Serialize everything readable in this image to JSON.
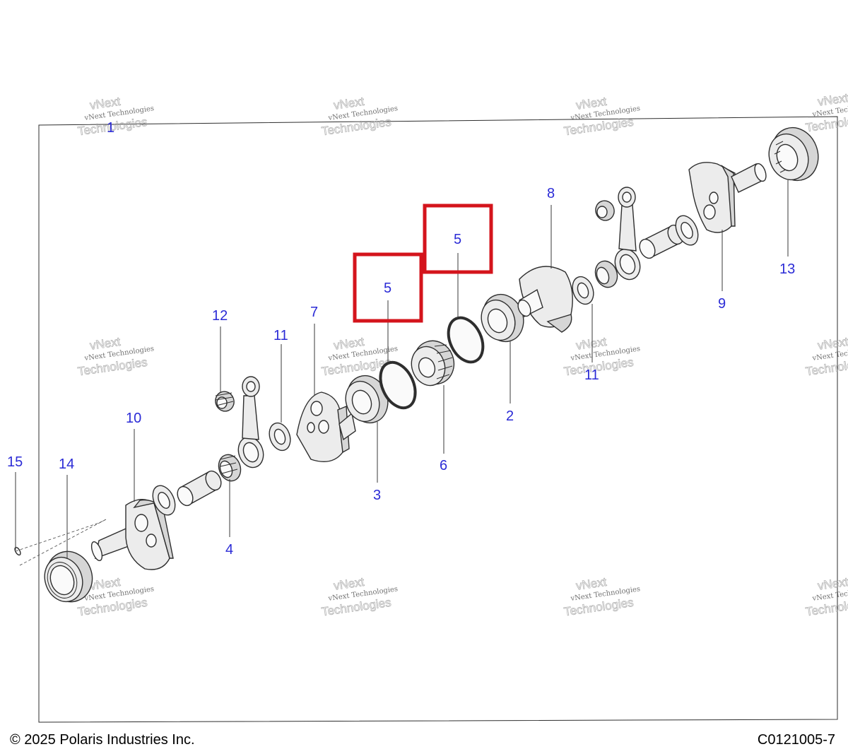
{
  "footer": {
    "copyright": "© 2025 Polaris Industries Inc.",
    "diagram_code": "C0121005-7"
  },
  "watermark": {
    "line_small": "vNext Technologies",
    "line_large": "Technologies",
    "line_top": "vNext"
  },
  "callouts": {
    "c1": "1",
    "c2": "2",
    "c3": "3",
    "c4": "4",
    "c5a": "5",
    "c5b": "5",
    "c6": "6",
    "c7": "7",
    "c8": "8",
    "c9": "9",
    "c10": "10",
    "c11a": "11",
    "c11b": "11",
    "c12": "12",
    "c13": "13",
    "c14": "14",
    "c15": "15"
  },
  "colors": {
    "callout": "#2b2bd6",
    "highlight": "#d4141c"
  },
  "highlighted_callouts": [
    "c5a",
    "c5b"
  ]
}
